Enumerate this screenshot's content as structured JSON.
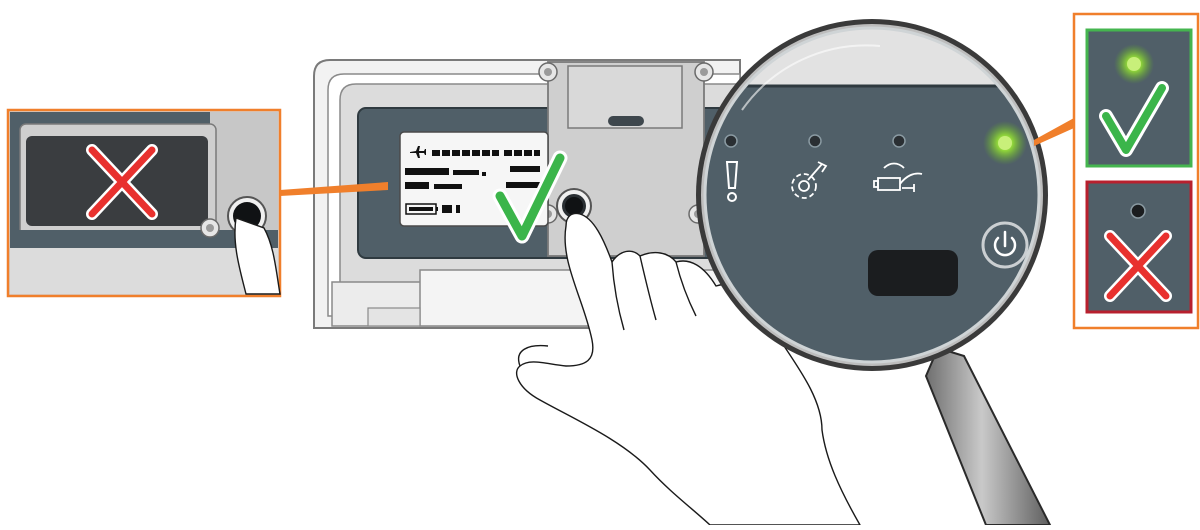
{
  "colors": {
    "callout_border": "#f07f2b",
    "panel_dark": "#505f68",
    "screen_bezel": "#444f56",
    "device_shell": "#d6d6d6",
    "check_green": "#3bb54a",
    "cross_red": "#e8312e",
    "led_green": "#8fd43a",
    "led_off": "#2a2f33",
    "ok_panel_border": "#45b54f",
    "fail_panel_border": "#b8202e"
  },
  "device_display": {
    "mode_icon": "airplane-icon",
    "status": "display-on"
  },
  "magnifier": {
    "indicators": [
      {
        "name": "alert",
        "icon": "exclamation-icon",
        "led": "off"
      },
      {
        "name": "service",
        "icon": "wrench-gear-icon",
        "led": "off"
      },
      {
        "name": "battery",
        "icon": "battery-plug-icon",
        "led": "off"
      },
      {
        "name": "power",
        "icon": "power-icon",
        "led": "on"
      }
    ]
  },
  "callouts": {
    "left": {
      "result": "fail",
      "icon": "cross-icon"
    },
    "center": {
      "result": "pass",
      "icon": "check-icon"
    },
    "right_top": {
      "result": "pass",
      "led": "on",
      "icon": "check-icon"
    },
    "right_bottom": {
      "result": "fail",
      "led": "off",
      "icon": "cross-icon"
    }
  }
}
